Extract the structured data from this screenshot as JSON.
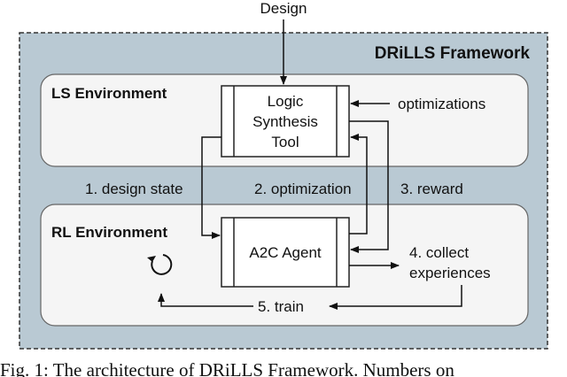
{
  "input": {
    "label": "Design"
  },
  "framework": {
    "title": "DRiLLS Framework"
  },
  "ls_environment": {
    "title": "LS Environment",
    "tool_lines": [
      "Logic",
      "Synthesis",
      "Tool"
    ],
    "optimizations_label": "optimizations"
  },
  "rl_environment": {
    "title": "RL Environment",
    "agent_label": "A2C Agent"
  },
  "steps": {
    "design_state": "1. design state",
    "optimization": "2. optimization",
    "reward": "3. reward",
    "collect_line1": "4. collect",
    "collect_line2": "experiences",
    "train": "5. train"
  },
  "caption": "Fig. 1: The architecture of DRiLLS Framework. Numbers on",
  "colors": {
    "framework_fill": "#b9c9d3",
    "environment_fill": "#f5f5f5",
    "border": "#333333"
  }
}
